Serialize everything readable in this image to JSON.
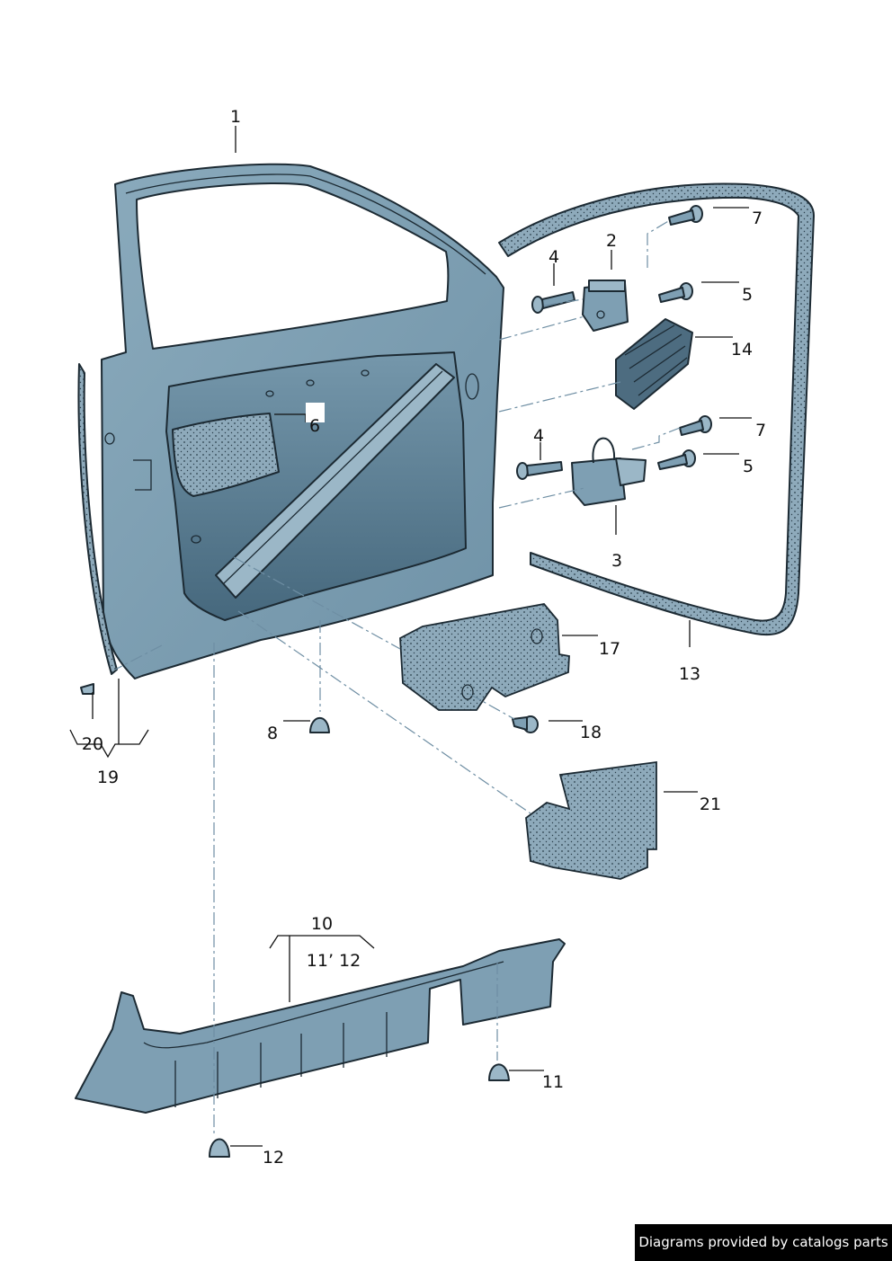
{
  "diagram": {
    "callouts": {
      "c1": "1",
      "c2": "2",
      "c3": "3",
      "c4a": "4",
      "c4b": "4",
      "c5a": "5",
      "c5b": "5",
      "c6": "6",
      "c7a": "7",
      "c7b": "7",
      "c8": "8",
      "c10": "10",
      "c11_12": "11’ 12",
      "c11": "11",
      "c12": "12",
      "c13": "13",
      "c14": "14",
      "c17": "17",
      "c18": "18",
      "c19": "19",
      "c20": "20",
      "c21": "21"
    }
  },
  "footer": {
    "credit": "Diagrams provided by catalogs parts"
  },
  "colors": {
    "part_fill": "#7e9fb3",
    "part_shade": "#5d7f94",
    "foam_fill": "#8eaabb",
    "line": "#1c2a33",
    "badge_bg": "#000000"
  }
}
